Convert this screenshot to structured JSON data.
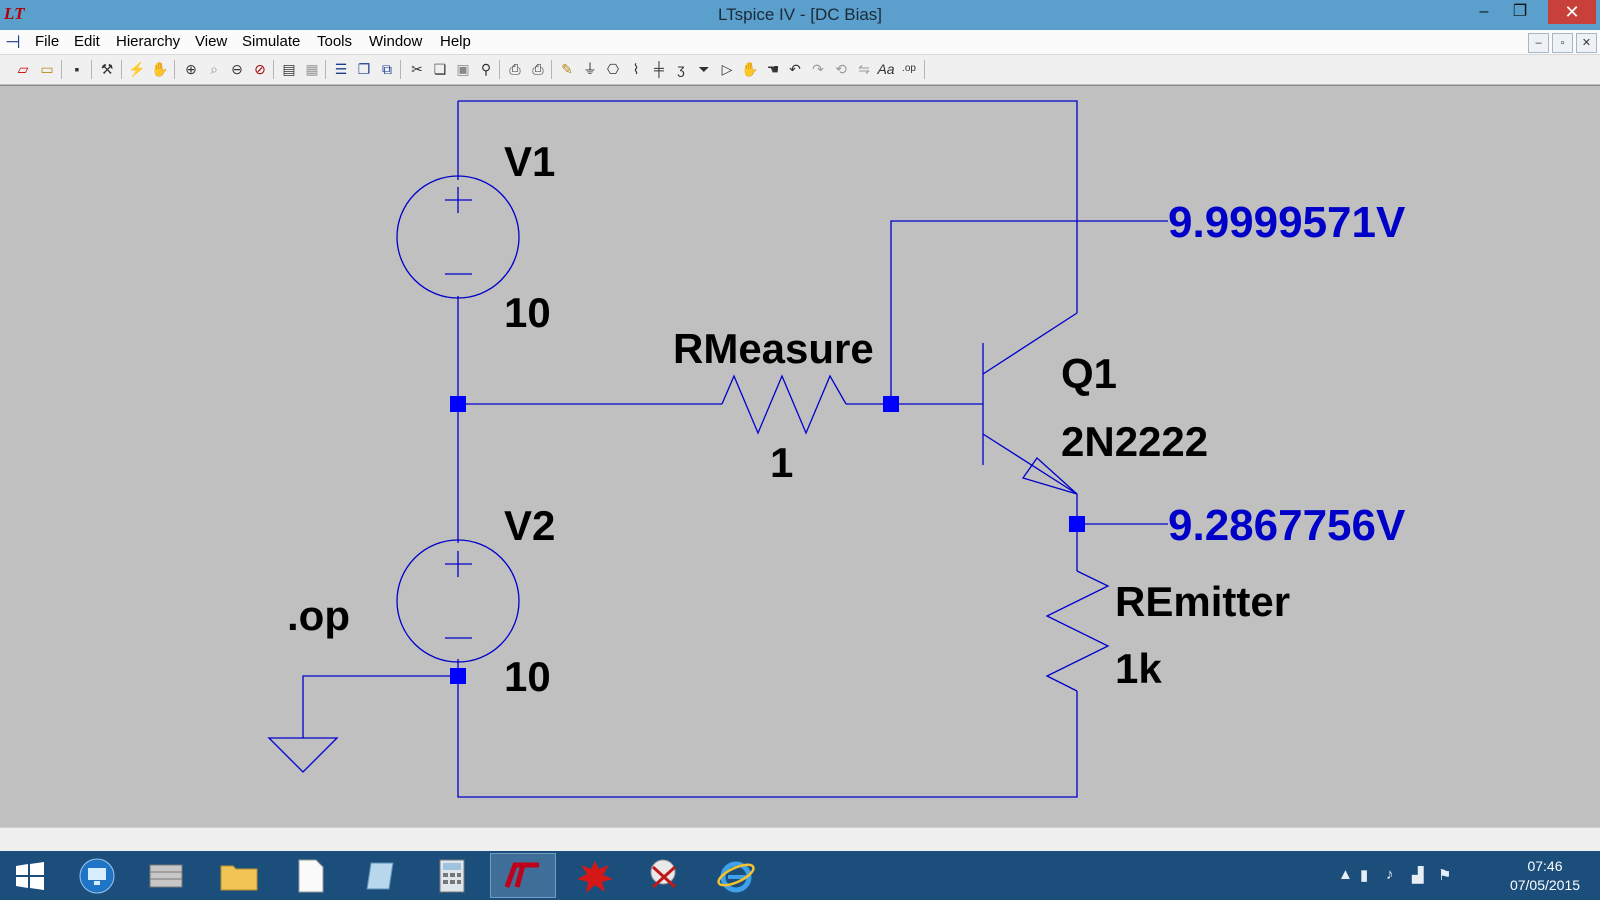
{
  "window": {
    "app_logo": "LT",
    "title": "LTspice IV - [DC Bias]",
    "min_glyph": "‒",
    "max_glyph": "❐",
    "close_glyph": "✕"
  },
  "menu": {
    "items": [
      "File",
      "Edit",
      "Hierarchy",
      "View",
      "Simulate",
      "Tools",
      "Window",
      "Help"
    ],
    "mdi_min": "–",
    "mdi_restore": "▫",
    "mdi_close": "✕"
  },
  "toolbar": {
    "buttons": [
      "new-schematic",
      "open",
      "save",
      "control-panel",
      "run",
      "halt",
      "zoom-in",
      "pan",
      "zoom-out",
      "zoom-fit",
      "autorange",
      "tile-vertical",
      "tile-horizontal",
      "cascade",
      "close-windows",
      "cut",
      "copy",
      "paste",
      "find",
      "print-setup",
      "print",
      "draw-wire",
      "ground",
      "label-net",
      "resistor",
      "capacitor",
      "inductor",
      "diode",
      "component",
      "move",
      "drag",
      "undo",
      "redo",
      "rotate",
      "mirror",
      "text",
      "spice-directive"
    ]
  },
  "schematic": {
    "components": {
      "v1": {
        "name": "V1",
        "value": "10"
      },
      "v2": {
        "name": "V2",
        "value": "10"
      },
      "rmeasure": {
        "name": "RMeasure",
        "value": "1"
      },
      "q1": {
        "name": "Q1",
        "model": "2N2222"
      },
      "remitter": {
        "name": "REmitter",
        "value": "1k"
      }
    },
    "directive": ".op",
    "node_voltages": {
      "base": "9.9999571V",
      "emitter": "9.2867756V"
    },
    "colors": {
      "wire": "#0000cc",
      "junction": "#0000ff",
      "voltage_label": "#0000c8",
      "component_label": "#000000",
      "background": "#c0c0c0"
    }
  },
  "taskbar": {
    "apps": [
      "start",
      "remote-desktop",
      "server-manager",
      "file-explorer",
      "notepad",
      "edit-tool",
      "calculator",
      "ltspice",
      "paint-splat",
      "snipping-tool",
      "internet-explorer"
    ],
    "time": "07:46",
    "date": "07/05/2015"
  }
}
